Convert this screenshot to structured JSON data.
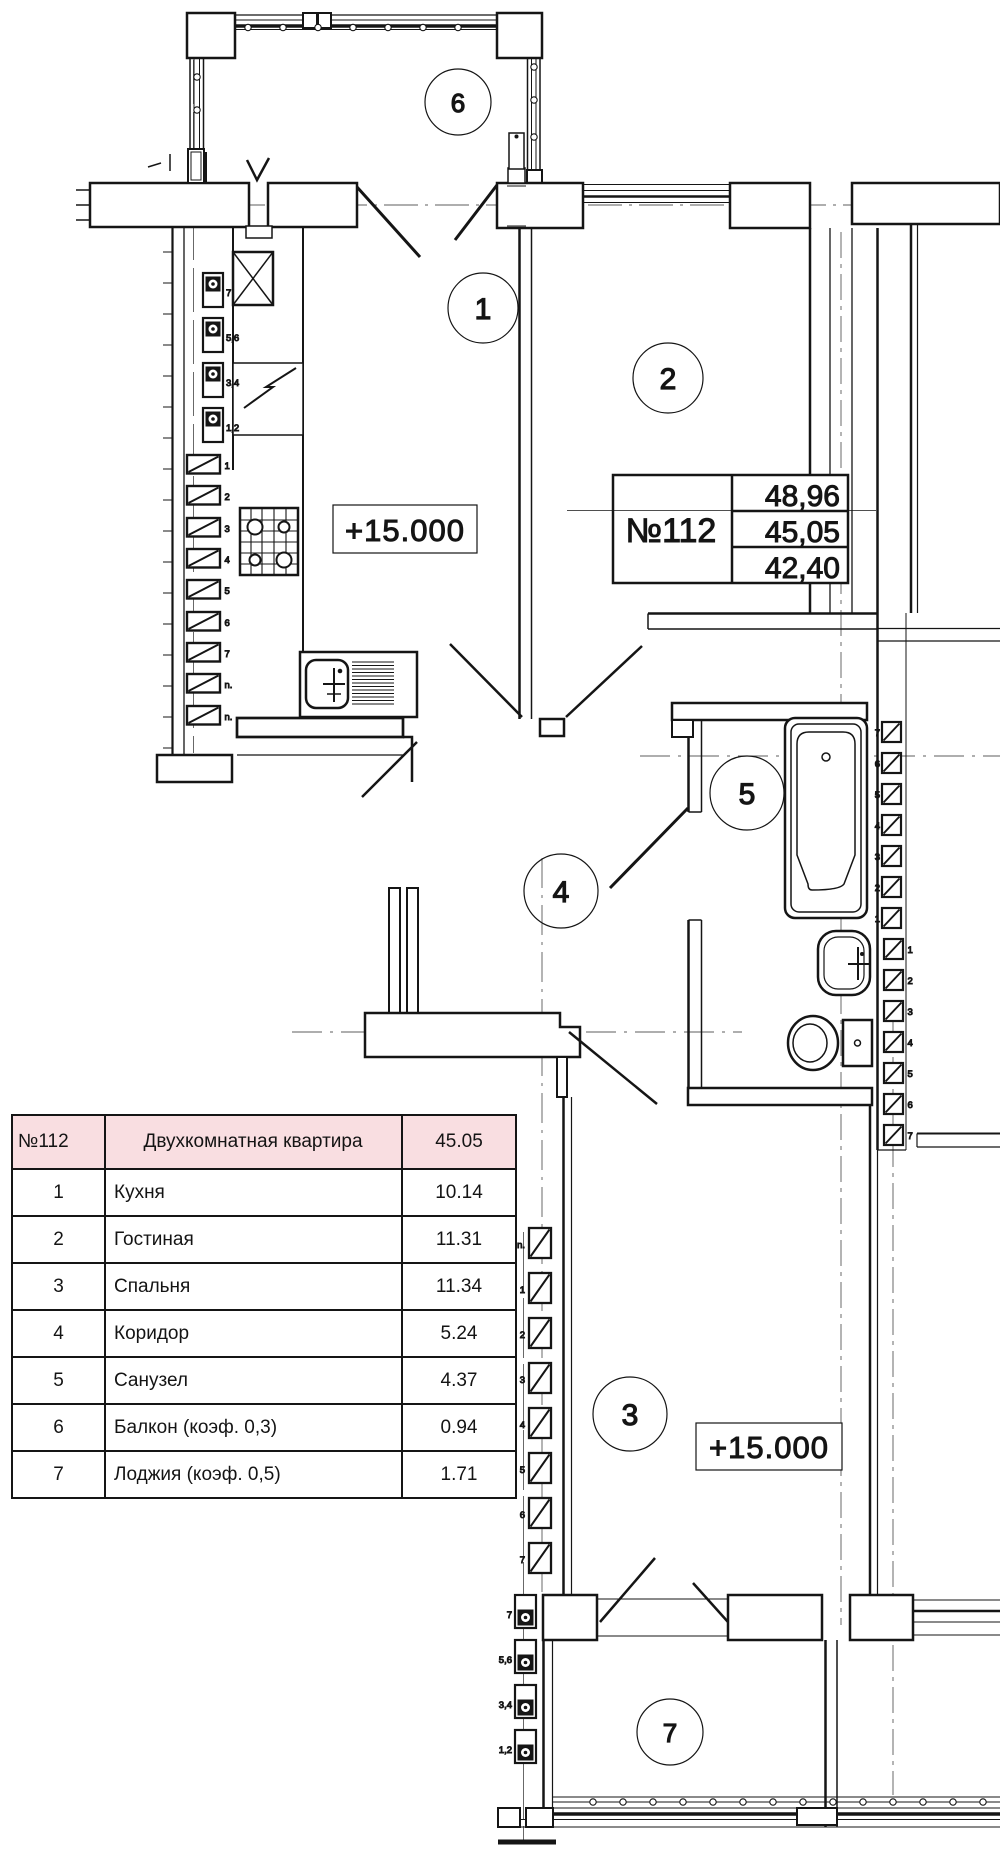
{
  "plan": {
    "room_circles": [
      "1",
      "2",
      "3",
      "4",
      "5",
      "6",
      "7"
    ],
    "elevation_marks": [
      "+15.000",
      "+15.000"
    ],
    "apartment_box": {
      "number": "№112",
      "area_total": "48,96",
      "area_living": "45,05",
      "area_reduced": "42,40"
    },
    "risers": {
      "kitchen_sockets": [
        "7",
        "5,6",
        "3,4",
        "1,2"
      ],
      "kitchen_radiators": [
        "1",
        "2",
        "3",
        "4",
        "5",
        "6",
        "7",
        "n.",
        "n."
      ],
      "right_upper": [
        "7",
        "6",
        "5",
        "4",
        "3",
        "2",
        "1"
      ],
      "right_lower": [
        "1",
        "2",
        "3",
        "4",
        "5",
        "6",
        "7"
      ],
      "room3_radiators": [
        "n.",
        "1",
        "2",
        "3",
        "4",
        "5",
        "6",
        "7"
      ],
      "room3_sockets": [
        "7",
        "5,6",
        "3,4",
        "1,2"
      ]
    }
  },
  "table": {
    "header_bg": "#f9dee1",
    "header": {
      "num": "№112",
      "name": "Двухкомнатная квартира",
      "area": "45.05"
    },
    "rows": [
      {
        "num": "1",
        "name": "Кухня",
        "area": "10.14"
      },
      {
        "num": "2",
        "name": "Гостиная",
        "area": "11.31"
      },
      {
        "num": "3",
        "name": "Спальня",
        "area": "11.34"
      },
      {
        "num": "4",
        "name": "Коридор",
        "area": "5.24"
      },
      {
        "num": "5",
        "name": "Санузел",
        "area": "4.37"
      },
      {
        "num": "6",
        "name": "Балкон (коэф. 0,3)",
        "area": "0.94"
      },
      {
        "num": "7",
        "name": "Лоджия (коэф. 0,5)",
        "area": "1.71"
      }
    ]
  }
}
